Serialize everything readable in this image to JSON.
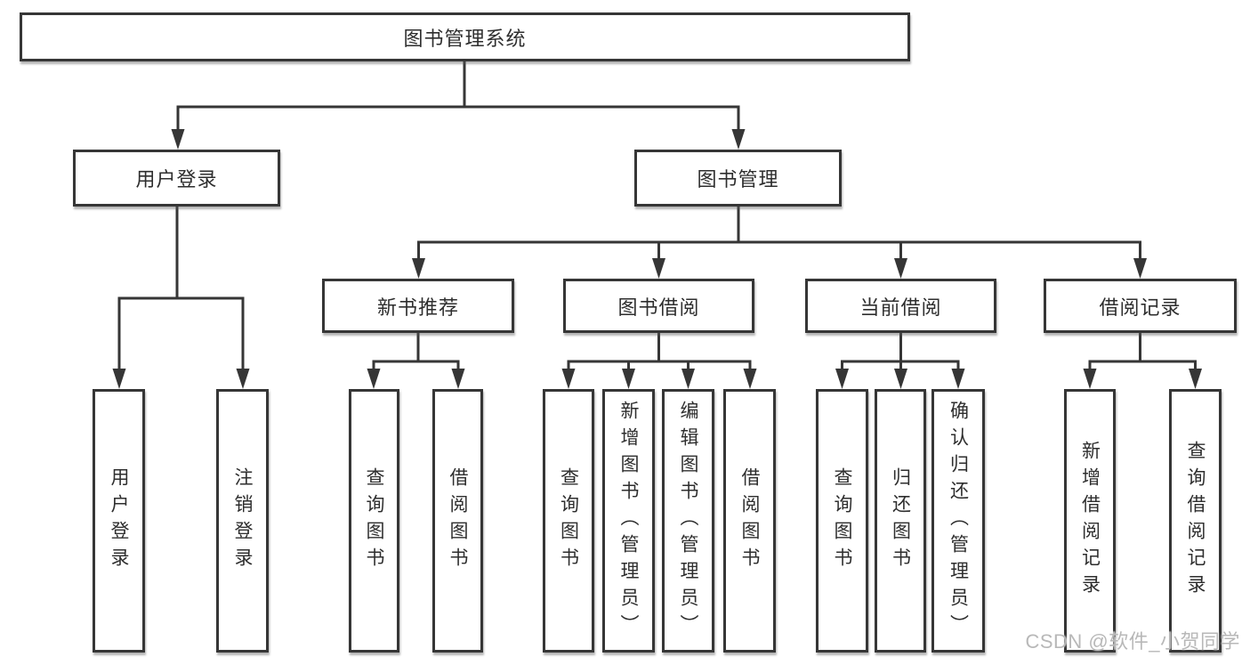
{
  "diagram": {
    "root": {
      "label": "图书管理系统"
    },
    "branches": [
      {
        "label": "用户登录",
        "children": [
          {
            "label": "用户登录"
          },
          {
            "label": "注销登录"
          }
        ]
      },
      {
        "label": "图书管理",
        "children": [
          {
            "label": "新书推荐",
            "children": [
              {
                "label": "查询图书"
              },
              {
                "label": "借阅图书"
              }
            ]
          },
          {
            "label": "图书借阅",
            "children": [
              {
                "label": "查询图书"
              },
              {
                "label": "新增图书（管理员）"
              },
              {
                "label": "编辑图书（管理员）"
              },
              {
                "label": "借阅图书"
              }
            ]
          },
          {
            "label": "当前借阅",
            "children": [
              {
                "label": "查询图书"
              },
              {
                "label": "归还图书"
              },
              {
                "label": "确认归还（管理员）"
              }
            ]
          },
          {
            "label": "借阅记录",
            "children": [
              {
                "label": "新增借阅记录"
              },
              {
                "label": "查询借阅记录"
              }
            ]
          }
        ]
      }
    ]
  },
  "watermark": {
    "text": "CSDN @软件_小贺同学"
  },
  "colors": {
    "line": "#363636",
    "text": "#2e2e2e",
    "watermark": "#b8b8b8",
    "background": "#ffffff"
  }
}
